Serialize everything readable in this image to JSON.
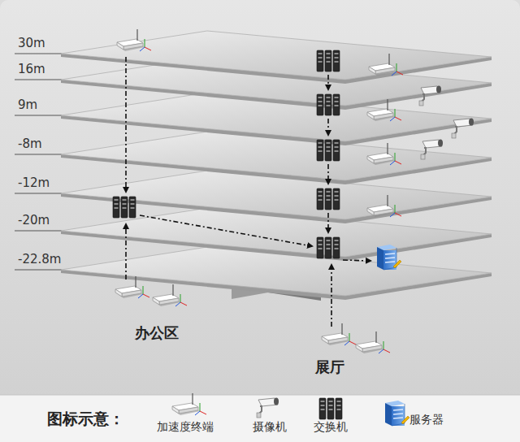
{
  "diagram": {
    "labels": [
      "30m",
      "16m",
      "9m",
      "-8m",
      "-12m",
      "-20m",
      "-22.8m",
      "办公区",
      "展厅",
      "图标示意："
    ],
    "legend": [
      {
        "text": "加速度终端"
      },
      {
        "text": "摄像机"
      },
      {
        "text": "交换机"
      },
      {
        "text": "服务器"
      }
    ]
  }
}
